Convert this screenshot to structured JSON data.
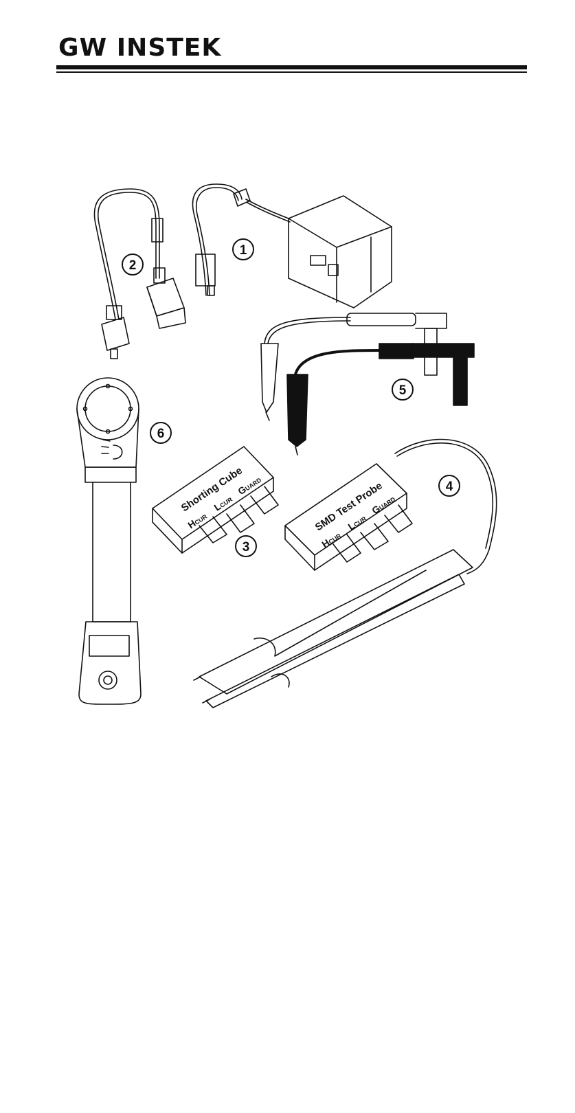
{
  "header": {
    "brand": "GW INSTEK"
  },
  "callouts": {
    "c1": "1",
    "c2": "2",
    "c3": "3",
    "c4": "4",
    "c5": "5",
    "c6": "6"
  },
  "shorting_cube": {
    "title": "Shorting Cube",
    "h": "H",
    "h_sub": "CUR",
    "l": "L",
    "l_sub": "CUR",
    "g": "G",
    "g_sub": "UARD"
  },
  "smd_probe": {
    "title": "SMD Test Probe",
    "h": "H",
    "h_sub": "CUR",
    "l": "L",
    "l_sub": "CUR",
    "g": "G",
    "g_sub": "UARD"
  }
}
